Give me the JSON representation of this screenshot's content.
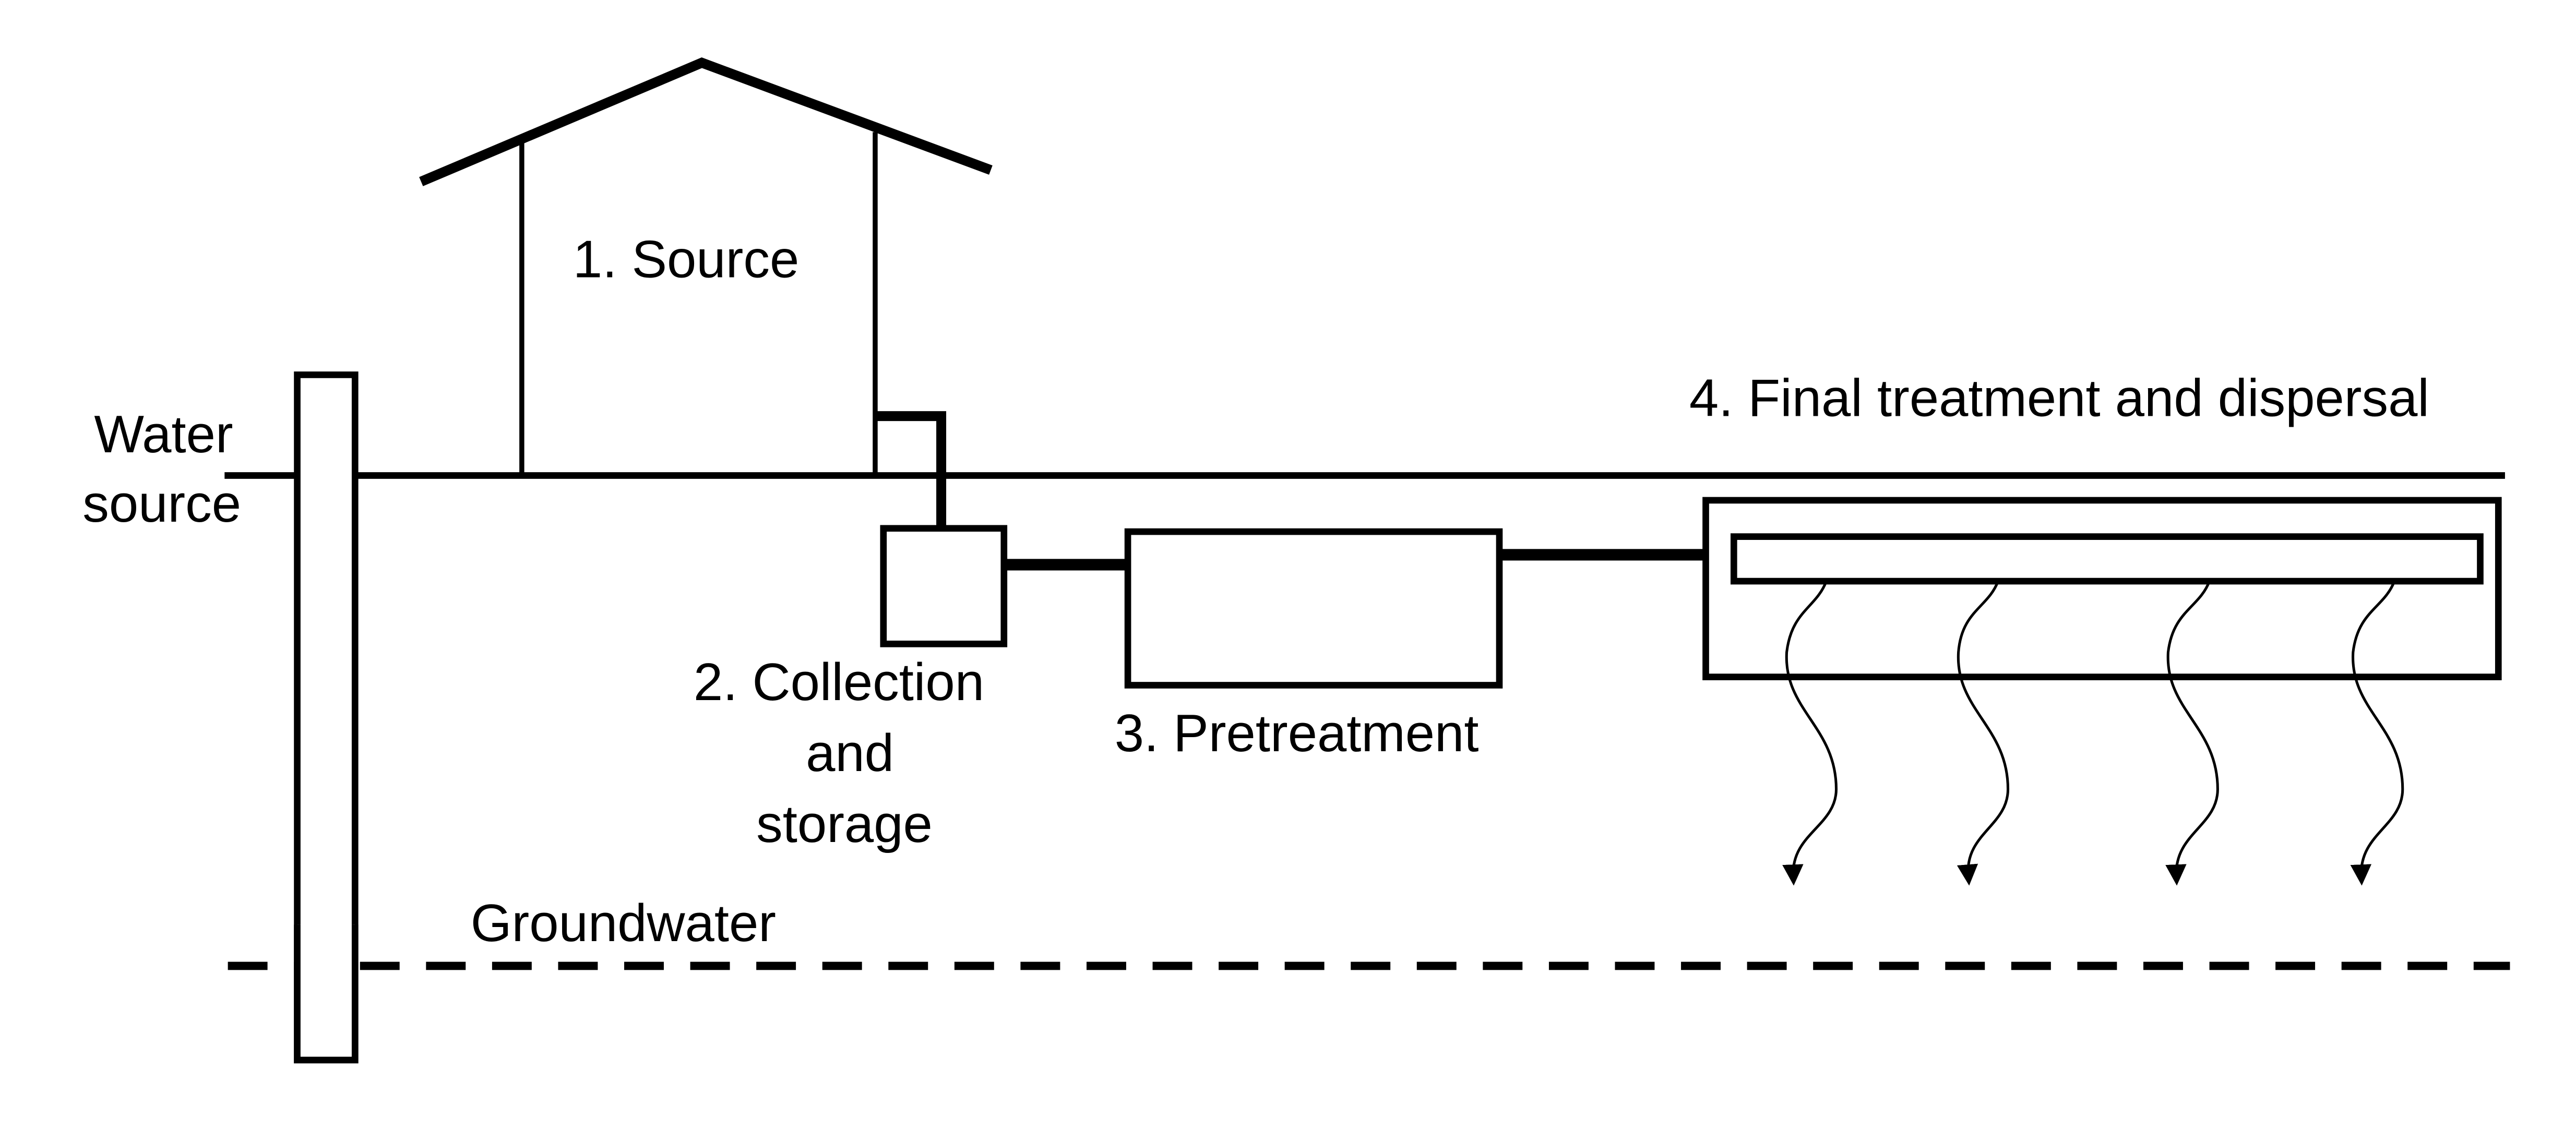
{
  "diagram": {
    "title": "Onsite wastewater system schematic",
    "labels": {
      "source": "1. Source",
      "water_source_line1": "Water",
      "water_source_line2": "source",
      "final_treatment": "4. Final treatment and dispersal",
      "collection_line1": "2. Collection",
      "collection_line2": "and",
      "collection_line3": "storage",
      "pretreatment": "3. Pretreatment",
      "groundwater": "Groundwater"
    },
    "components": [
      {
        "id": "house",
        "label": "1. Source"
      },
      {
        "id": "well",
        "label": "Water source"
      },
      {
        "id": "collection-tank",
        "label": "2. Collection and storage"
      },
      {
        "id": "pretreatment-tank",
        "label": "3. Pretreatment"
      },
      {
        "id": "dispersal-field",
        "label": "4. Final treatment and dispersal"
      },
      {
        "id": "groundwater-table",
        "label": "Groundwater"
      }
    ],
    "percolation_arrows": 4,
    "colors": {
      "line": "#000000",
      "background": "#ffffff"
    }
  }
}
